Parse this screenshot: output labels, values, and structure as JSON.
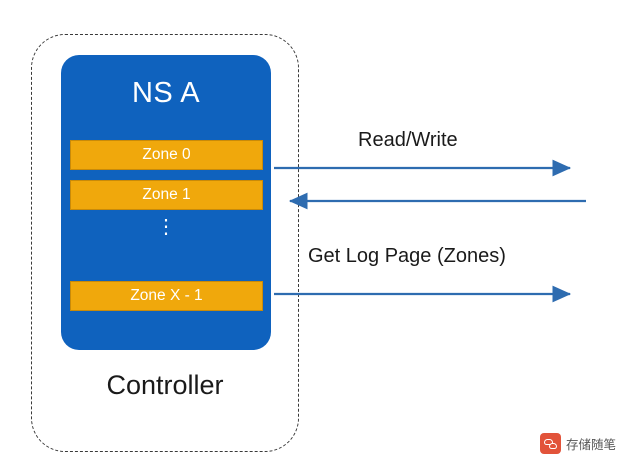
{
  "diagram": {
    "controller": {
      "label": "Controller"
    },
    "namespace": {
      "title": "NS A",
      "zones": [
        {
          "label": "Zone 0"
        },
        {
          "label": "Zone 1"
        },
        {
          "label": "Zone X - 1"
        }
      ],
      "ellipsis": "⋮"
    },
    "arrows": [
      {
        "label": "Read/Write"
      },
      {
        "label": "Get Log Page (Zones)"
      }
    ],
    "colors": {
      "namespace_fill": "#0f62be",
      "zone_fill": "#f0a80c",
      "zone_text": "#ffffff",
      "arrow_stroke": "#2e6cb0",
      "boundary_stroke": "#3a3a3a",
      "watermark_logo": "#e2533a"
    }
  },
  "watermark": {
    "text": "存储随笔"
  }
}
